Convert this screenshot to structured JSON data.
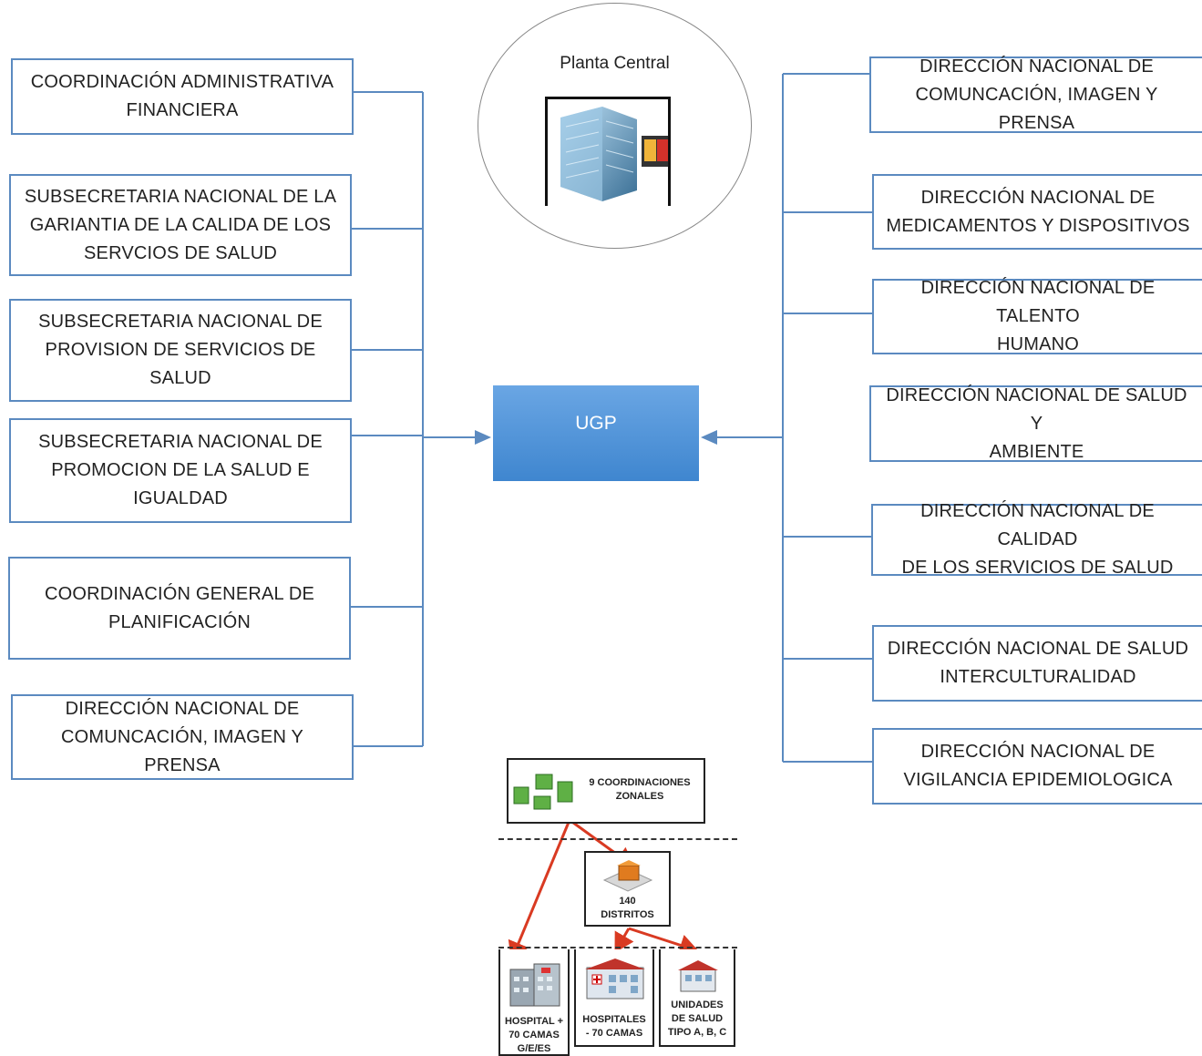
{
  "planta": {
    "label": "Planta Central",
    "icon": "building-icon"
  },
  "ugp": {
    "label": "UGP"
  },
  "left_boxes": [
    "COORDINACIÓN ADMINISTRATIVA\nFINANCIERA",
    "SUBSECRETARIA NACIONAL DE LA\nGARIANTIA DE LA CALIDA DE LOS\nSERVCIOS DE SALUD",
    "SUBSECRETARIA NACIONAL DE\nPROVISION DE SERVICIOS DE SALUD",
    "SUBSECRETARIA NACIONAL DE\nPROMOCION DE LA SALUD E\nIGUALDAD",
    "COORDINACIÓN GENERAL DE\nPLANIFICACIÓN",
    "DIRECCIÓN NACIONAL DE\nCOMUNCACIÓN, IMAGEN Y PRENSA"
  ],
  "right_boxes": [
    "DIRECCIÓN NACIONAL DE\nCOMUNCACIÓN, IMAGEN Y PRENSA",
    "DIRECCIÓN NACIONAL DE\nMEDICAMENTOS Y DISPOSITIVOS",
    "DIRECCIÓN NACIONAL DE TALENTO\nHUMANO",
    "DIRECCIÓN NACIONAL DE SALUD Y\nAMBIENTE",
    "DIRECCIÓN NACIONAL DE CALIDAD\nDE LOS SERVICIOS DE SALUD",
    "DIRECCIÓN NACIONAL DE SALUD\nINTERCULTURALIDAD",
    "DIRECCIÓN NACIONAL DE\nVIGILANCIA EPIDEMIOLOGICA"
  ],
  "hierarchy": {
    "coordinaciones": "9 COORDINACIONES\nZONALES",
    "distritos": "140\nDISTRITOS",
    "hospital_big": "HOSPITAL +\n70 CAMAS\nG/E/ES",
    "hospitales_small": "HOSPITALES\n- 70 CAMAS",
    "unidades": "UNIDADES\nDE SALUD\nTIPO A, B, C"
  },
  "colors": {
    "line": "#5b8ac0",
    "ugp": "#4a90d9",
    "arrow_red": "#d93a22"
  }
}
